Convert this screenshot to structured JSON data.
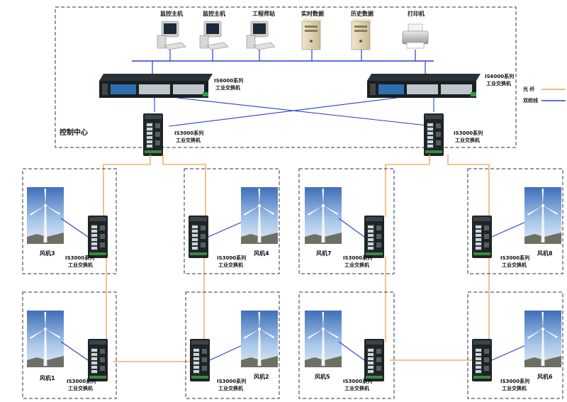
{
  "control_center": {
    "label": "控制中心",
    "computers": [
      {
        "label": "监控主机"
      },
      {
        "label": "监控主机"
      },
      {
        "label": "工程师站"
      },
      {
        "label": "实时数据"
      },
      {
        "label": "历史数据"
      },
      {
        "label": "打印机"
      }
    ],
    "core_switches": [
      {
        "line1": "IS6000系列",
        "line2": "工业交换机"
      },
      {
        "line1": "IS6000系列",
        "line2": "工业交换机"
      }
    ],
    "agg_switches": [
      {
        "line1": "IS3000系列",
        "line2": "工业交换机"
      },
      {
        "line1": "IS3000系列",
        "line2": "工业交换机"
      }
    ]
  },
  "legend": {
    "fiber_label": "光   纤",
    "twisted_label": "双绞线",
    "fiber_color": "#f0a050",
    "twisted_color": "#2a3fd0"
  },
  "turbines": [
    {
      "label": "风机3",
      "sw1": "IS3000系列",
      "sw2": "工业交换机"
    },
    {
      "label": "风机4",
      "sw1": "IS3000系列",
      "sw2": "工业交换机"
    },
    {
      "label": "风机7",
      "sw1": "IS3000系列",
      "sw2": "工业交换机"
    },
    {
      "label": "风机8",
      "sw1": "IS3000系列",
      "sw2": "工业交换机"
    },
    {
      "label": "风机1",
      "sw1": "IS3000系列",
      "sw2": "工业交换机"
    },
    {
      "label": "风机2",
      "sw1": "IS3000系列",
      "sw2": "工业交换机"
    },
    {
      "label": "风机5",
      "sw1": "IS3000系列",
      "sw2": "工业交换机"
    },
    {
      "label": "风机6",
      "sw1": "IS3000系列",
      "sw2": "工业交换机"
    }
  ]
}
